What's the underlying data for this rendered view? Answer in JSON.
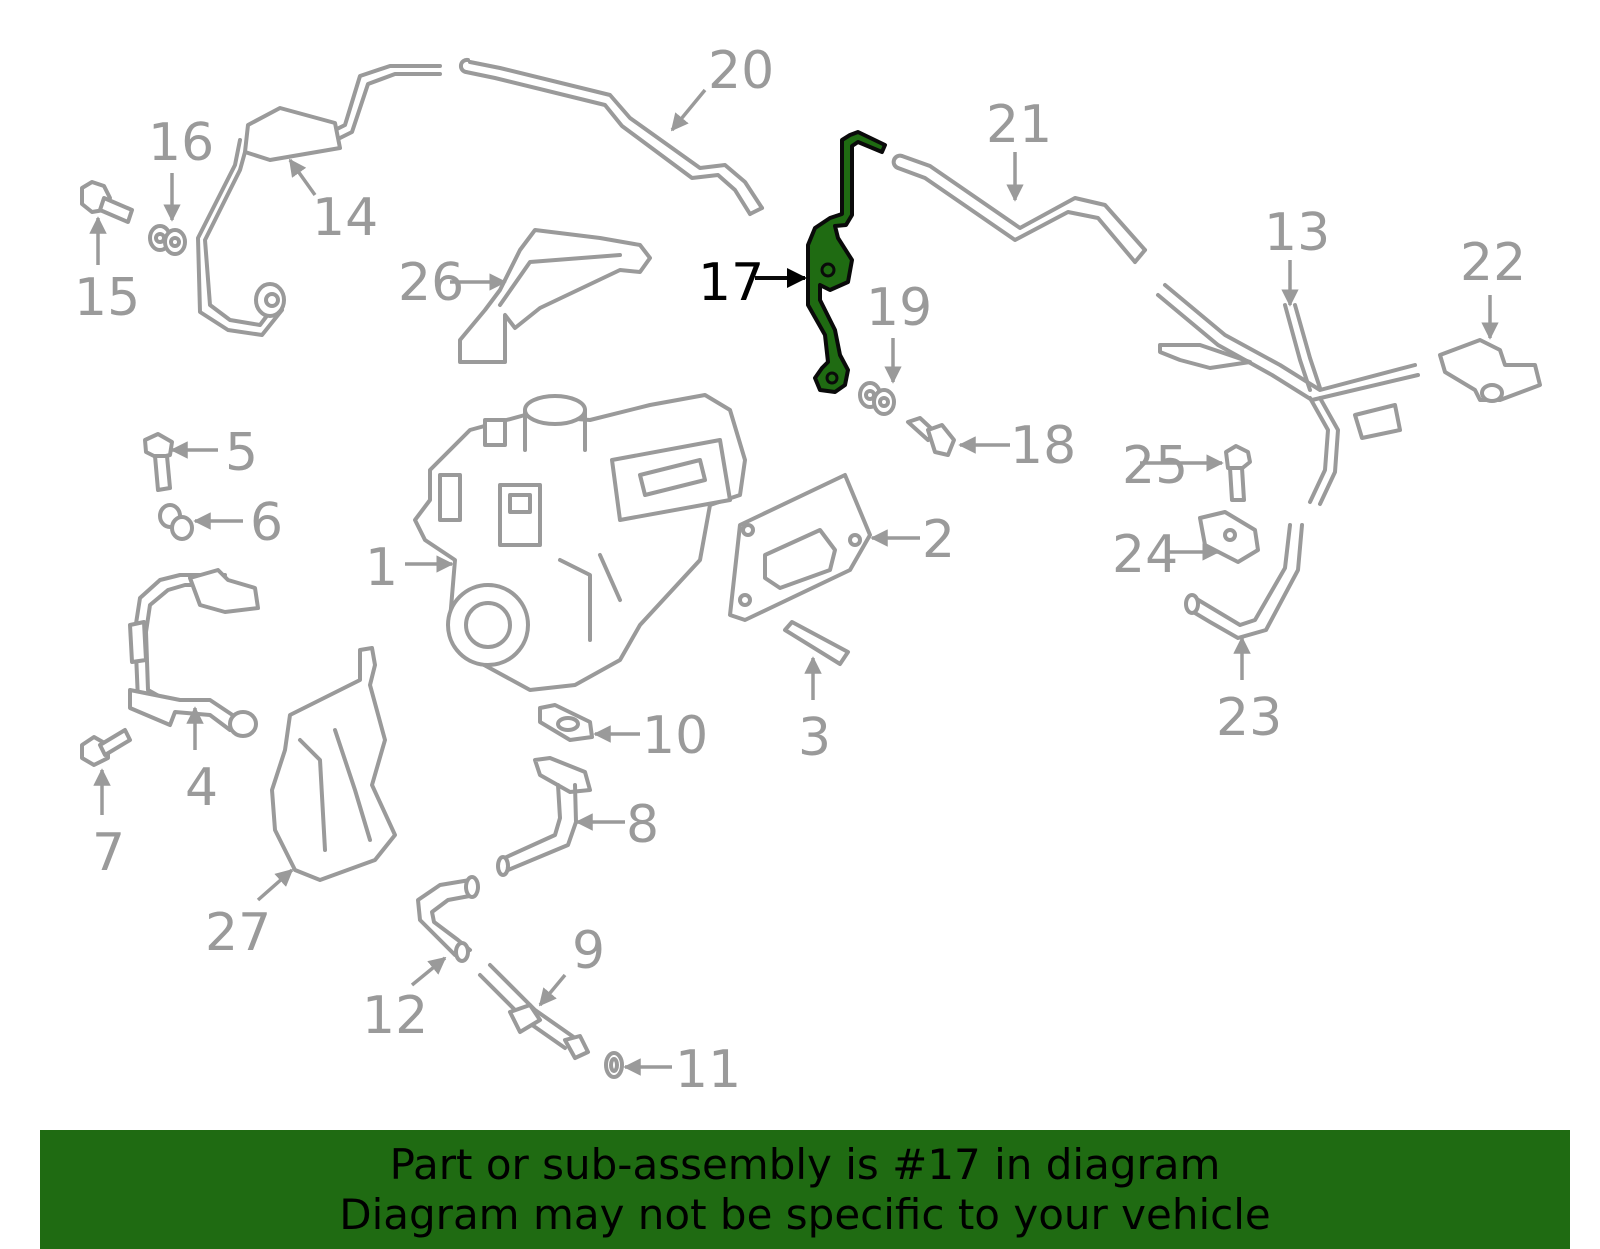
{
  "diagram": {
    "highlight_color": "#1f6b12",
    "part_color": "#9a9a9a",
    "highlighted_part": "17",
    "callouts": [
      "1",
      "2",
      "3",
      "4",
      "5",
      "6",
      "7",
      "8",
      "9",
      "10",
      "11",
      "12",
      "13",
      "14",
      "15",
      "16",
      "17",
      "18",
      "19",
      "20",
      "21",
      "22",
      "23",
      "24",
      "25",
      "26",
      "27"
    ]
  },
  "labels": {
    "c1": "1",
    "c2": "2",
    "c3": "3",
    "c4": "4",
    "c5": "5",
    "c6": "6",
    "c7": "7",
    "c8": "8",
    "c9": "9",
    "c10": "10",
    "c11": "11",
    "c12": "12",
    "c13": "13",
    "c14": "14",
    "c15": "15",
    "c16": "16",
    "c17": "17",
    "c18": "18",
    "c19": "19",
    "c20": "20",
    "c21": "21",
    "c22": "22",
    "c23": "23",
    "c24": "24",
    "c25": "25",
    "c26": "26",
    "c27": "27"
  },
  "banner": {
    "line1": "Part or sub-assembly is #17 in diagram",
    "line2": "Diagram may not be specific to your vehicle",
    "background": "#1f6b12"
  }
}
